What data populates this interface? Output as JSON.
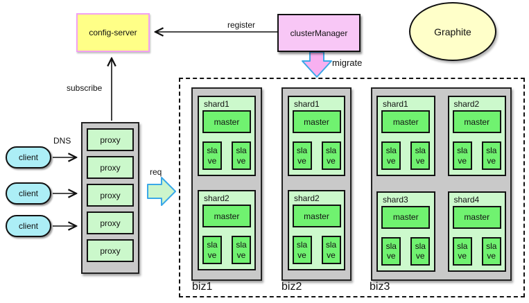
{
  "diagram": {
    "nodes": {
      "config_server": {
        "label": "config-server"
      },
      "cluster_manager": {
        "label": "clusterManager"
      },
      "graphite": {
        "label": "Graphite"
      }
    },
    "edge_labels": {
      "register": "register",
      "subscribe": "subscribe",
      "migrate": "migrate",
      "dns": "DNS",
      "req": "req"
    },
    "clients": [
      "client",
      "client",
      "client"
    ],
    "proxy_stack": [
      "proxy",
      "proxy",
      "proxy",
      "proxy",
      "proxy"
    ],
    "clusters": [
      {
        "label": "biz1",
        "shards": [
          {
            "label": "shard1",
            "master": "master",
            "slaves": [
              "sla\nve",
              "sla\nve"
            ]
          },
          {
            "label": "shard2",
            "master": "master",
            "slaves": [
              "sla\nve",
              "sla\nve"
            ]
          }
        ]
      },
      {
        "label": "biz2",
        "shards": [
          {
            "label": "shard1",
            "master": "master",
            "slaves": [
              "sla\nve",
              "sla\nve"
            ]
          },
          {
            "label": "shard2",
            "master": "master",
            "slaves": [
              "sla\nve",
              "sla\nve"
            ]
          }
        ]
      },
      {
        "label": "biz3",
        "shards": [
          {
            "label": "shard1",
            "master": "master",
            "slaves": [
              "sla\nve",
              "sla\nve"
            ]
          },
          {
            "label": "shard2",
            "master": "master",
            "slaves": [
              "sla\nve",
              "sla\nve"
            ]
          },
          {
            "label": "shard3",
            "master": "master",
            "slaves": [
              "sla\nve",
              "sla\nve"
            ]
          },
          {
            "label": "shard4",
            "master": "master",
            "slaves": [
              "sla\nve",
              "sla\nve"
            ]
          }
        ]
      }
    ],
    "palette": {
      "config_yellow": "#ffff87",
      "config_border_pink": "#f2a0f2",
      "manager_pink": "#f8c7f6",
      "graphite_yellow": "#ffffc9",
      "client_cyan": "#aceef6",
      "light_green": "#ccf9cc",
      "bright_green": "#70f270",
      "container_gray": "#c9c9c9",
      "block_arrow_stroke": "#3aa8e8",
      "migrate_arrow_fill": "#f8b0f0",
      "req_arrow_fill": "#ccf5cc"
    }
  }
}
